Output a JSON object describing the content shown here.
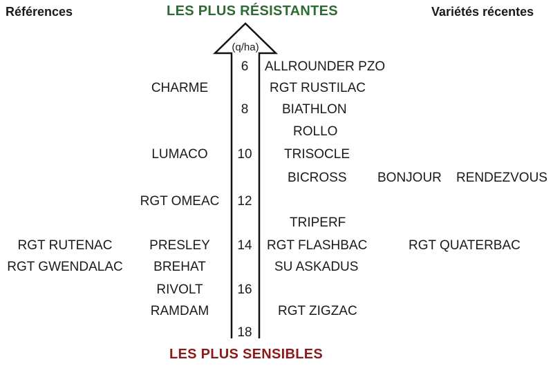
{
  "headers": {
    "left": "Références",
    "right": "Variétés récentes"
  },
  "top_label": "LES PLUS RÉSISTANTES",
  "bottom_label": "LES PLUS SENSIBLES",
  "colors": {
    "top": "#2e6b34",
    "bottom": "#8b1a1a"
  },
  "axis": {
    "unit": "(q/ha)",
    "ticks": [
      "6",
      "8",
      "10",
      "12",
      "14",
      "16",
      "18"
    ]
  },
  "references": [
    "CHARME",
    "LUMACO",
    "RGT OMEAC",
    "PRESLEY",
    "BREHAT",
    "RIVOLT",
    "RAMDAM",
    "RGT RUTENAC",
    "RGT GWENDALAC"
  ],
  "recent": [
    "ALLROUNDER PZO",
    "RGT RUSTILAC",
    "BIATHLON",
    "ROLLO",
    "TRISOCLE",
    "BICROSS",
    "BONJOUR",
    "RENDEZVOUS",
    "TRIPERF",
    "RGT FLASHBAC",
    "RGT QUATERBAC",
    "SU ASKADUS",
    "RGT ZIGZAC"
  ]
}
